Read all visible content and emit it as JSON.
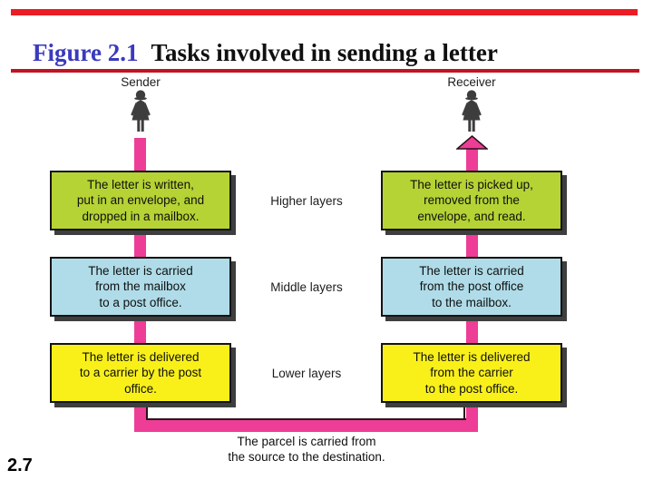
{
  "figure": {
    "label": "Figure 2.1",
    "title": "Tasks involved in sending a letter"
  },
  "page_number": "2.7",
  "colors": {
    "top_bar_red": "#EC1C24",
    "title_rule_red": "#C01425",
    "figure_label_blue": "#3A3ABE",
    "arrow_pink": "#EE3D96",
    "higher_layer_box": "#B5D334",
    "middle_layer_box": "#AFDCE8",
    "lower_layer_box": "#F9F019",
    "person_icon": "#3d3d3d"
  },
  "diagram": {
    "sender": {
      "label": "Sender"
    },
    "receiver": {
      "label": "Receiver"
    },
    "rows": [
      {
        "layer_label": "Higher layers",
        "sender_text": "The letter is written,\nput in an envelope, and\ndropped in a mailbox.",
        "receiver_text": "The letter is picked up,\nremoved from the\nenvelope, and read.",
        "box_color": "#B5D334"
      },
      {
        "layer_label": "Middle layers",
        "sender_text": "The letter is carried\nfrom the mailbox\nto a post office.",
        "receiver_text": "The letter is carried\nfrom the post office\nto the mailbox.",
        "box_color": "#AFDCE8"
      },
      {
        "layer_label": "Lower layers",
        "sender_text": "The letter is delivered\nto a carrier by the post\noffice.",
        "receiver_text": "The letter is delivered\nfrom the carrier\nto the post office.",
        "box_color": "#F9F019"
      }
    ],
    "bottom_caption": "The parcel is carried from\nthe source to the destination."
  }
}
